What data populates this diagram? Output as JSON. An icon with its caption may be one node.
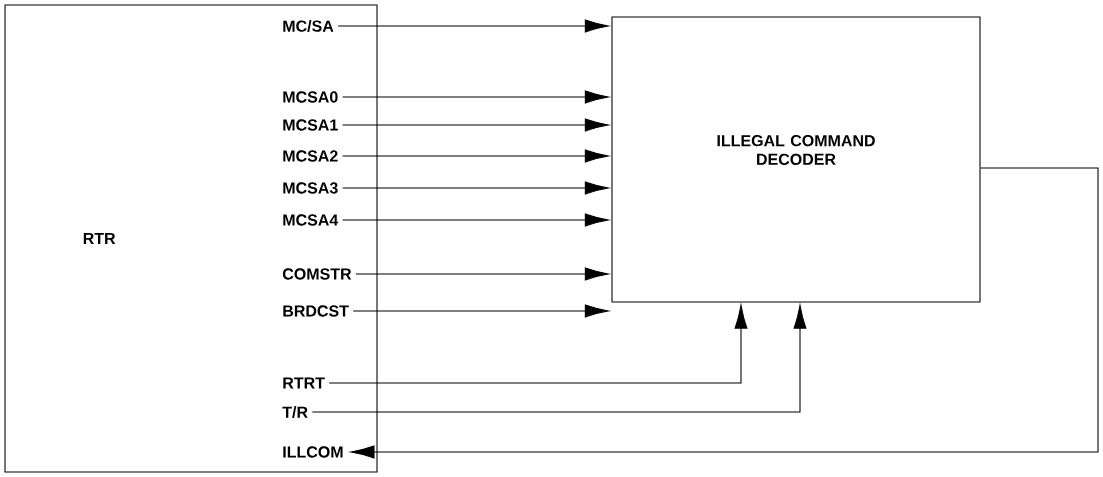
{
  "diagram": {
    "nodes": [
      {
        "text": [
          "RTR"
        ]
      },
      {
        "text": [
          "MC/SA"
        ],
        "in": 0
      },
      {
        "text": [
          "MCSA0"
        ],
        "in": 0
      },
      {
        "text": [
          "MCSA1"
        ],
        "in": 0
      },
      {
        "text": [
          "MCSA2"
        ],
        "in": 0
      },
      {
        "text": [
          "MCSA3"
        ],
        "in": 0
      },
      {
        "text": [
          "MCSA4"
        ],
        "in": 0
      },
      {
        "text": [
          "COMSTR"
        ],
        "in": 0
      },
      {
        "text": [
          "BRDCST"
        ],
        "in": 0
      },
      {
        "text": [
          "RTRT"
        ],
        "in": 0
      },
      {
        "text": [
          "T/R"
        ],
        "in": 0
      },
      {
        "text": [
          "ILLCOM"
        ],
        "in": 0
      },
      {
        "text": [
          "ILLEGAL COMMAND DECODER"
        ]
      }
    ],
    "edges": [
      {
        "from": 1,
        "to": 12,
        "arrow": "to"
      },
      {
        "from": 2,
        "to": 12,
        "arrow": "to"
      },
      {
        "from": 3,
        "to": 12,
        "arrow": "to"
      },
      {
        "from": 4,
        "to": 12,
        "arrow": "to"
      },
      {
        "from": 5,
        "to": 12,
        "arrow": "to"
      },
      {
        "from": 6,
        "to": 12,
        "arrow": "to"
      },
      {
        "from": 7,
        "to": 12,
        "arrow": "to"
      },
      {
        "from": 8,
        "to": 12,
        "arrow": "to"
      },
      {
        "from": 9,
        "to": 12,
        "arrow": "to"
      },
      {
        "from": 10,
        "to": 12,
        "arrow": "to"
      },
      {
        "from": 12,
        "to": 11,
        "arrow": "to"
      }
    ]
  }
}
